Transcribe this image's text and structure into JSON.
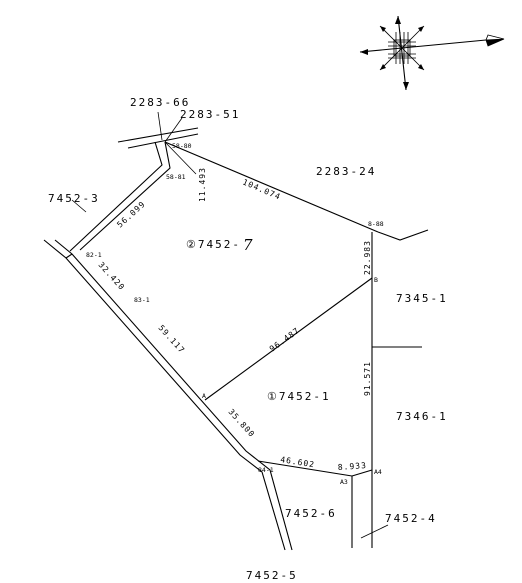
{
  "map": {
    "parcels": {
      "p_2283_66": "2283-66",
      "p_2283_51": "2283-51",
      "p_2283_24": "2283-24",
      "p_7452_3": "7452-3",
      "p_7452_7": "②7452-",
      "p_7452_7_hand": "7",
      "p_7345_1": "7345-1",
      "p_7452_1": "①7452-1",
      "p_7346_1": "7346-1",
      "p_7452_6": "7452-6",
      "p_7452_4": "7452-4",
      "p_7452_5": "7452-5"
    },
    "dimensions": {
      "d_104_074": "104.074",
      "d_11_493": "11.493",
      "d_56_099": "56.099",
      "d_22_983": "22.983",
      "d_32_420": "32.420",
      "d_59_117": "59.117",
      "d_96_487": "96.487",
      "d_91_571": "91.571",
      "d_35_800": "35.800",
      "d_46_602": "46.602",
      "d_8_933": "8.933"
    },
    "points": {
      "pt_58_80": "58-80",
      "pt_58_81": "58-81",
      "pt_8_88": "8-88",
      "pt_82_1": "82-1",
      "pt_83_1": "83-1",
      "pt_B": "B",
      "pt_A": "A",
      "pt_84_1": "84-1",
      "pt_A3": "A3",
      "pt_A4": "A4"
    },
    "north_arrow_icon": "compass-rose-icon"
  }
}
